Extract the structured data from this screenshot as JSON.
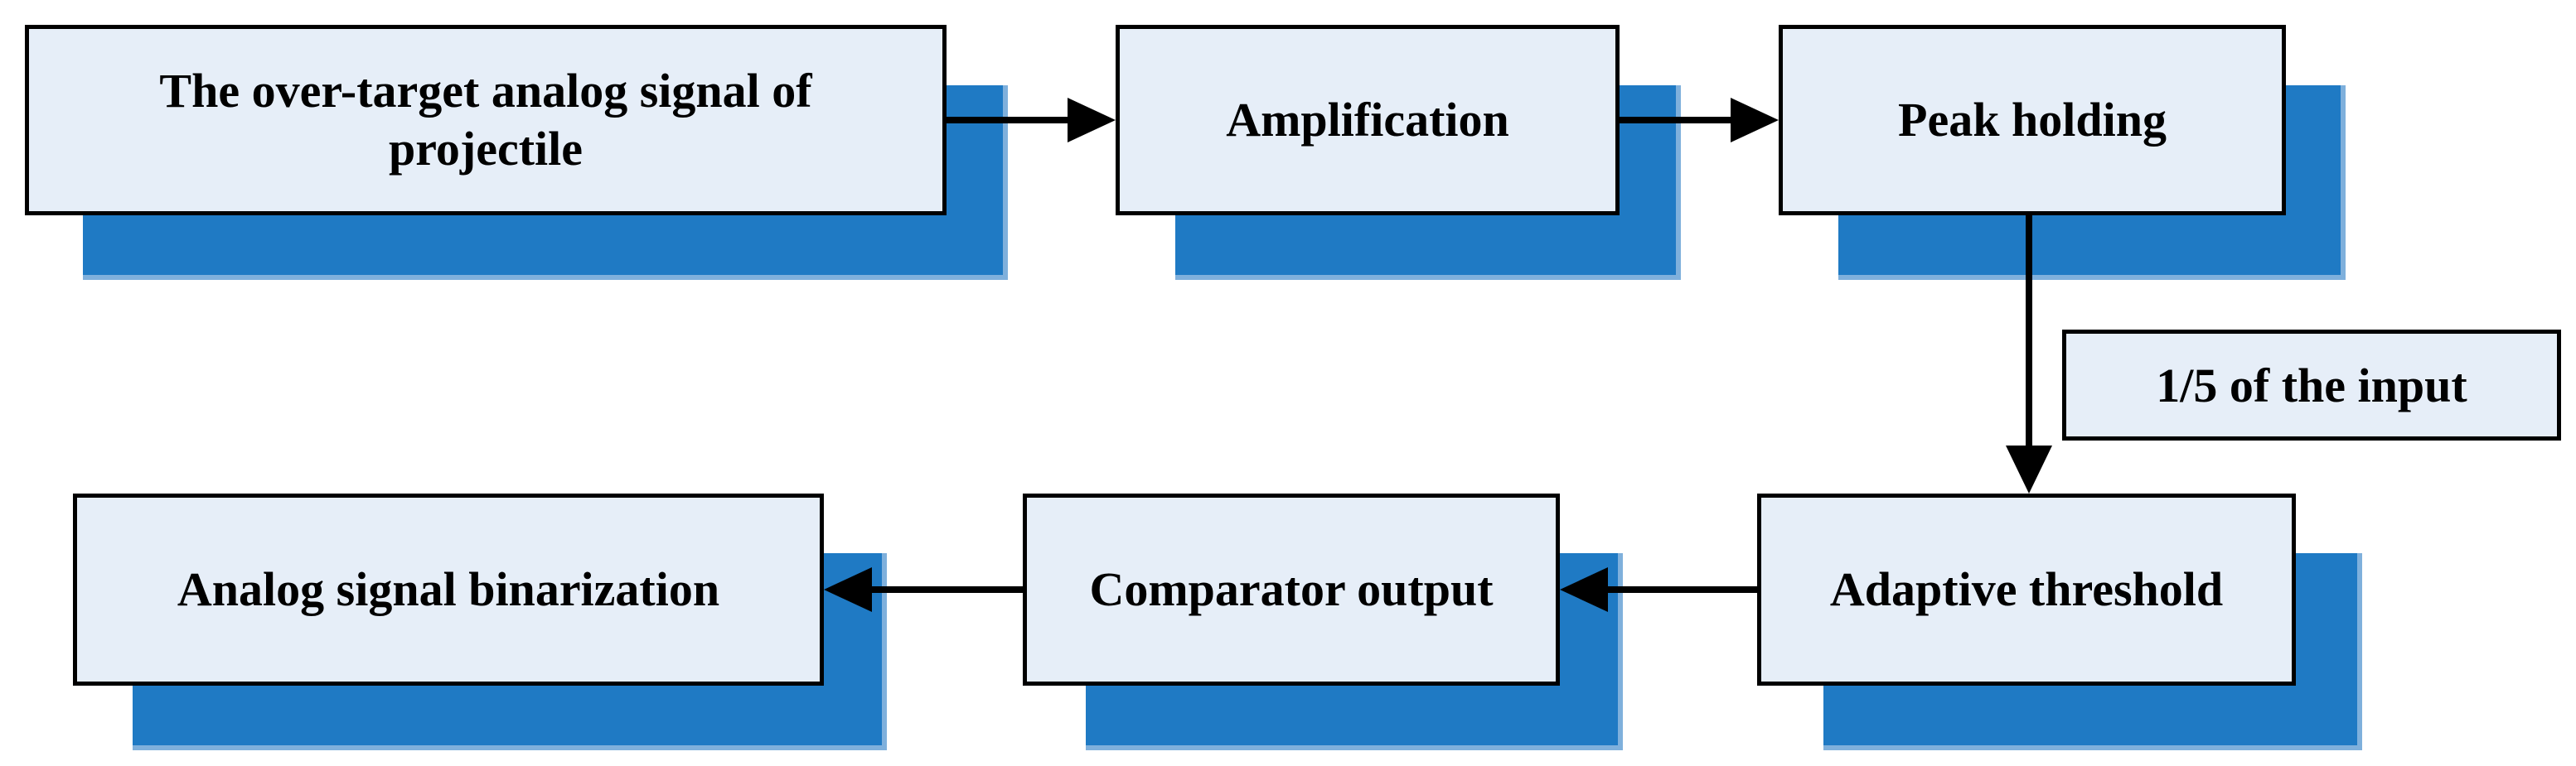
{
  "colors": {
    "box_fill": "#e6eef8",
    "shadow_fill": "#1f7ac4",
    "border": "#000000"
  },
  "nodes": {
    "input_signal": "The over-target analog signal of projectile",
    "amplification": "Amplification",
    "peak_holding": "Peak holding",
    "adaptive_threshold": "Adaptive threshold",
    "comparator_output": "Comparator output",
    "binarization": "Analog signal binarization"
  },
  "edge_labels": {
    "peak_to_threshold": "1/5 of the input"
  }
}
